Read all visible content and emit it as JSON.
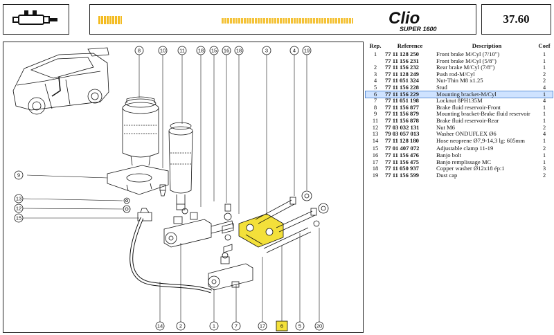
{
  "header": {
    "page_number": "37.60",
    "brand_name": "Clio",
    "brand_subline": "SUPER 1600",
    "icon": "brake-master-cylinder-icon"
  },
  "table": {
    "headers": {
      "rep": "Rep.",
      "reference": "Reference",
      "description": "Description",
      "coef": "Coef"
    },
    "rows": [
      {
        "rep": "1",
        "reference": "77 11 128 250",
        "description": "Front brake M/Cyl (7/10\")",
        "coef": "1"
      },
      {
        "rep": "",
        "reference": "77 11 156 231",
        "description": "Front brake M/Cyl (5/8\")",
        "coef": "1"
      },
      {
        "rep": "2",
        "reference": "77 11 156 232",
        "description": "Rear brake M/Cyl (7/8\")",
        "coef": "1"
      },
      {
        "rep": "3",
        "reference": "77 11 128 249",
        "description": "Push rod-M/Cyl",
        "coef": "2"
      },
      {
        "rep": "4",
        "reference": "77 11 051 324",
        "description": "Nut-Thin M8 x1.25",
        "coef": "2"
      },
      {
        "rep": "5",
        "reference": "77 11 156 228",
        "description": "Stud",
        "coef": "4"
      },
      {
        "rep": "6",
        "reference": "77 11 156 229",
        "description": "Mounting bracket-M/Cyl",
        "coef": "1",
        "highlight": true
      },
      {
        "rep": "7",
        "reference": "77 11 051 198",
        "description": "Locknut 8PH135M",
        "coef": "4"
      },
      {
        "rep": "8",
        "reference": "77 11 156 877",
        "description": "Brake fluid reservoir-Front",
        "coef": "1"
      },
      {
        "rep": "9",
        "reference": "77 11 156 879",
        "description": "Mounting bracket-Brake fluid reservoir",
        "coef": "1"
      },
      {
        "rep": "11",
        "reference": "77 11 156 878",
        "description": "Brake fluid reservoir-Rear",
        "coef": "1"
      },
      {
        "rep": "12",
        "reference": "77 03 032 131",
        "description": "Nut M6",
        "coef": "2"
      },
      {
        "rep": "13",
        "reference": "79 03 057 013",
        "description": "Washer ONDUFLEX Ø6",
        "coef": "4"
      },
      {
        "rep": "14",
        "reference": "77 11 128 180",
        "description": "Hose neoprene Ø7,9-14,3 lg: 605mm",
        "coef": "1"
      },
      {
        "rep": "15",
        "reference": "77 01 407 072",
        "description": "Adjustable clamp 11-19",
        "coef": "2",
        "gap": true
      },
      {
        "rep": "16",
        "reference": "77 11 156 476",
        "description": "Banjo bolt",
        "coef": "1"
      },
      {
        "rep": "17",
        "reference": "77 11 156 475",
        "description": "Banjo remplissage MC",
        "coef": "1"
      },
      {
        "rep": "18",
        "reference": "77 11 050 937",
        "description": "Copper washer Ø12x18 ép:1",
        "coef": "3"
      },
      {
        "rep": "19",
        "reference": "77 11 156 599",
        "description": "Dust cap",
        "coef": "2"
      }
    ]
  },
  "diagram": {
    "callouts_top": [
      "8",
      "10",
      "11",
      "18",
      "15",
      "16",
      "18",
      "3",
      "4",
      "19"
    ],
    "callouts_left": [
      "9",
      "13",
      "12",
      "15"
    ],
    "callouts_bottom": [
      "14",
      "2",
      "1",
      "7",
      "17",
      "6",
      "5",
      "20"
    ],
    "highlighted_callout": "6",
    "highlight_color": "#f3e03a"
  }
}
